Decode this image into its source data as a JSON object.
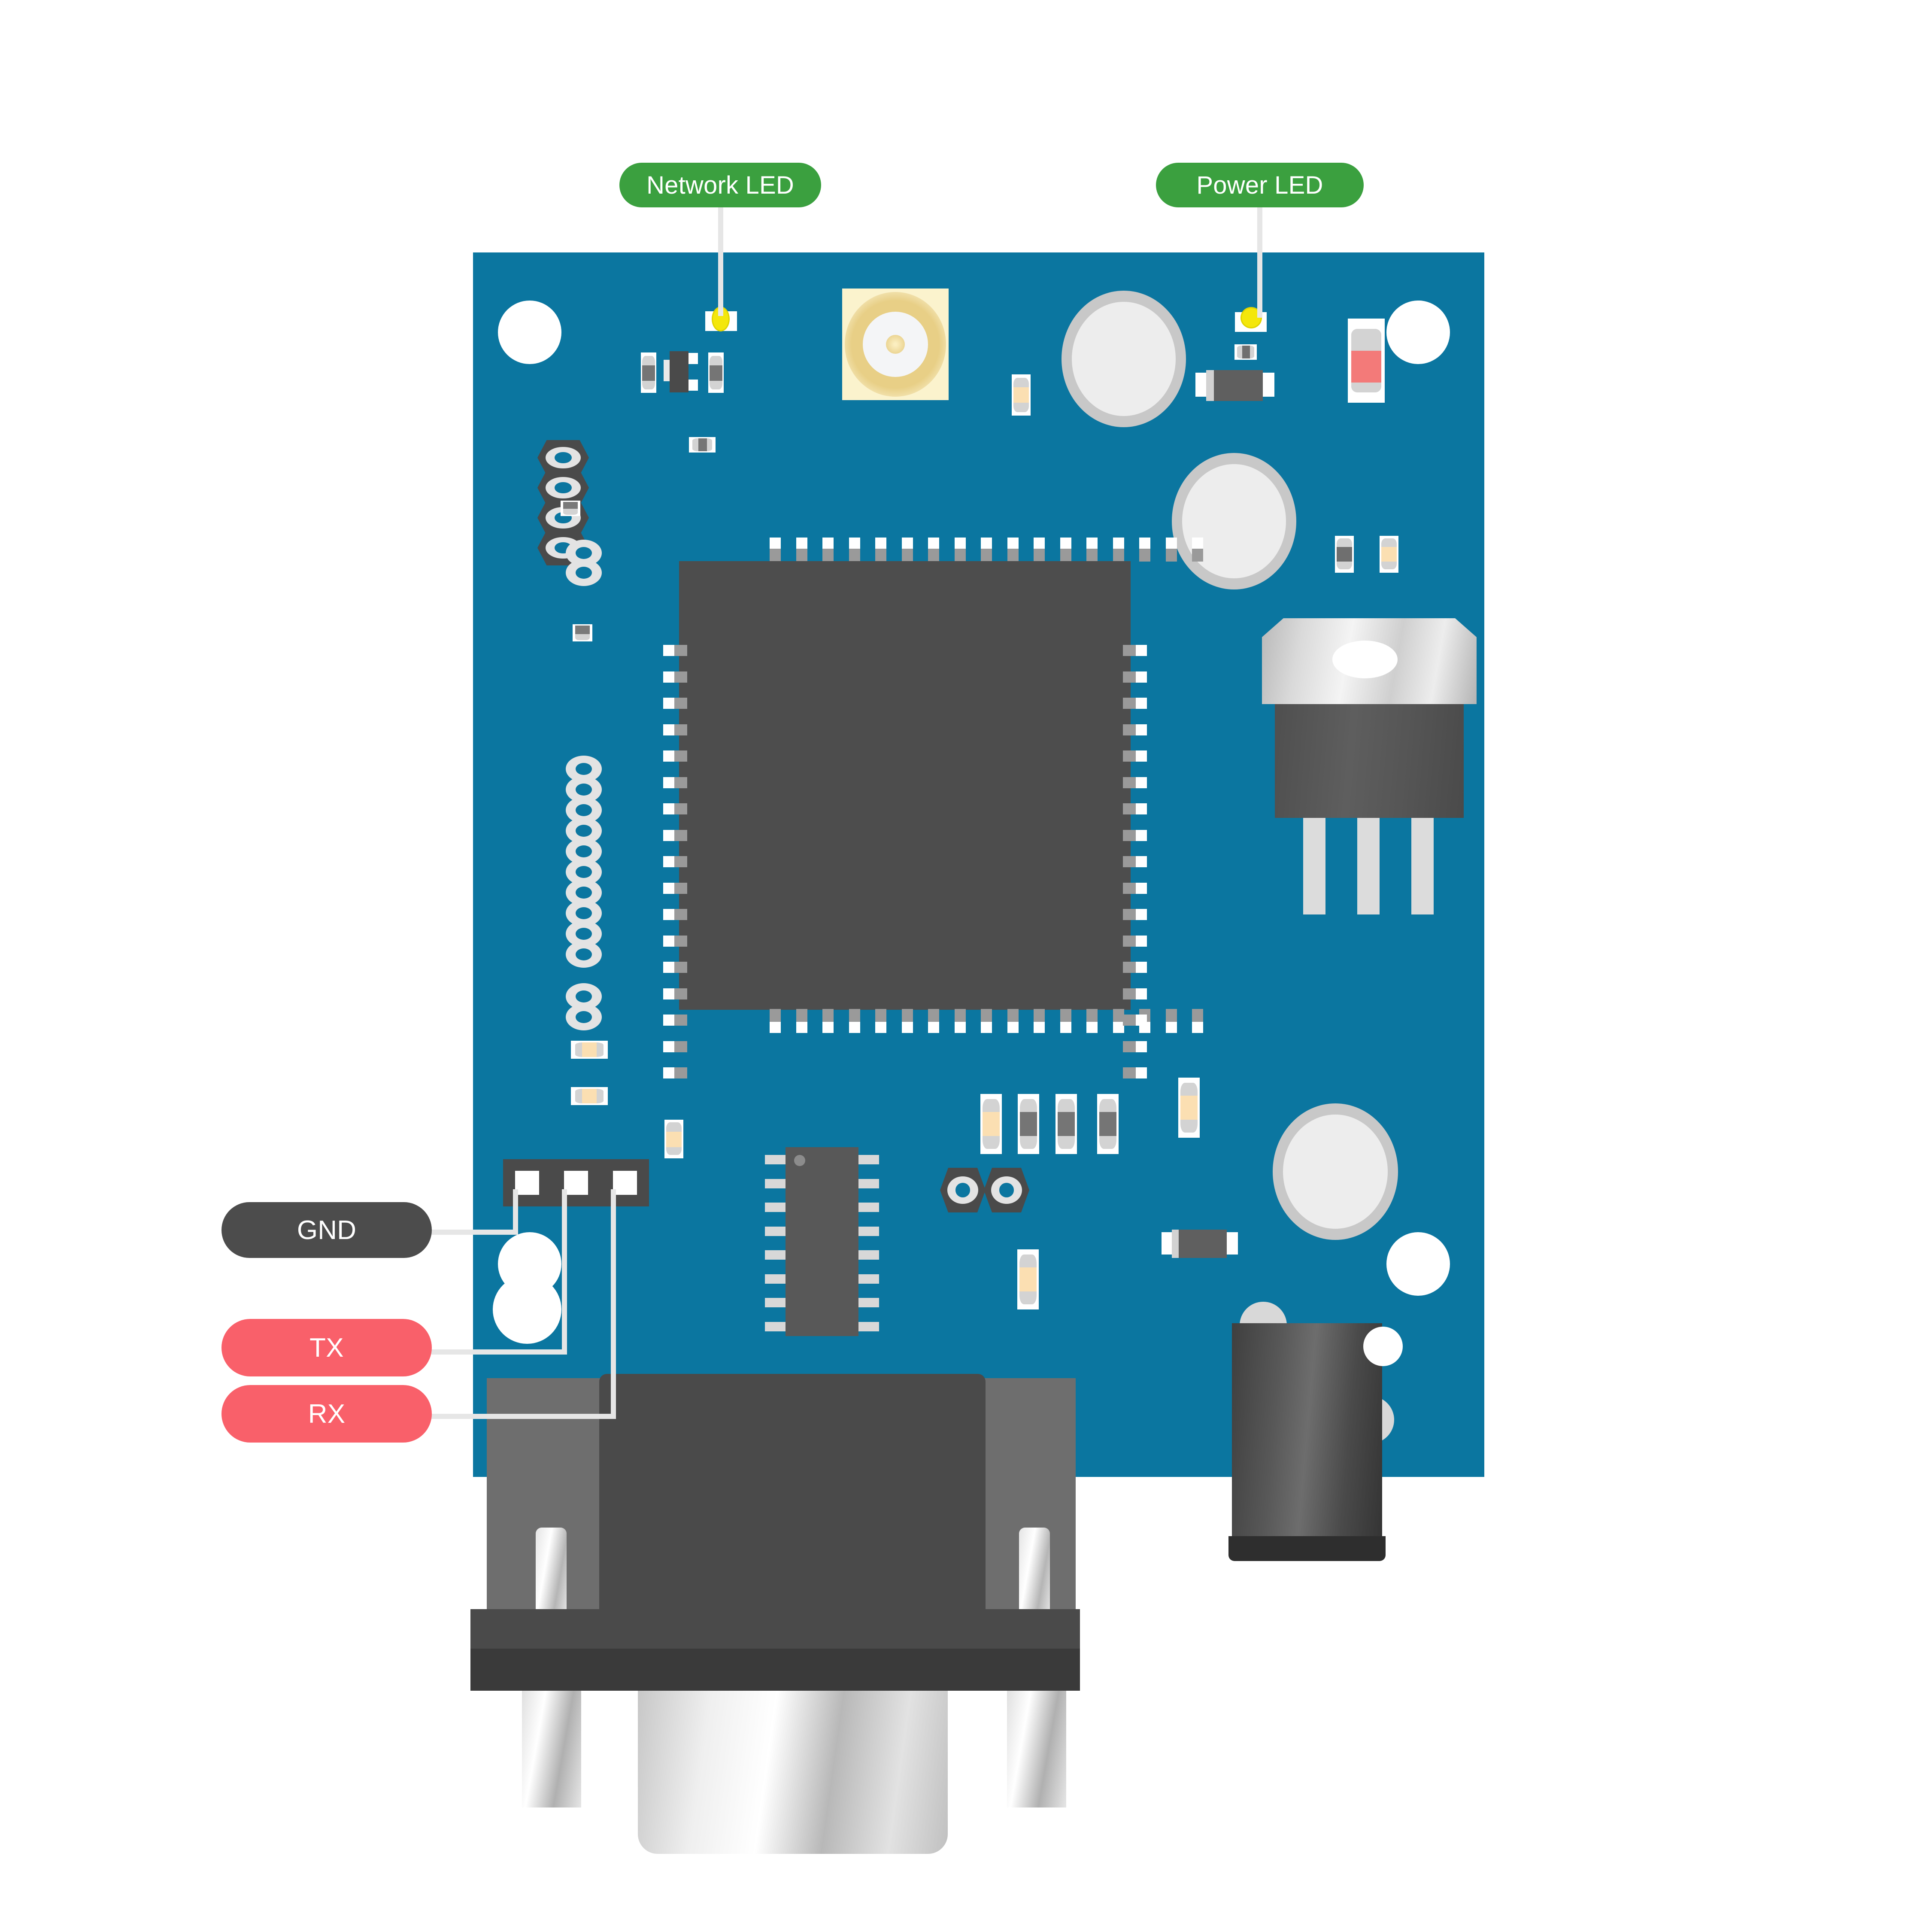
{
  "board": {
    "type": "pcb-annotated-diagram",
    "board_color": "#0b76a0",
    "background": "#ffffff"
  },
  "annotations": [
    {
      "id": "network-led",
      "label": "Network LED",
      "style": "green",
      "color": "#3ba03f",
      "target": "yellow-smd-led-left"
    },
    {
      "id": "power-led",
      "label": "Power LED",
      "style": "green",
      "color": "#3ba03f",
      "target": "yellow-smd-led-right"
    },
    {
      "id": "gnd",
      "label": "GND",
      "style": "dark",
      "color": "#4c4c4c",
      "target": "header-pin-1"
    },
    {
      "id": "tx",
      "label": "TX",
      "style": "red",
      "color": "#f9606a",
      "target": "header-pin-2"
    },
    {
      "id": "rx",
      "label": "RX",
      "style": "red",
      "color": "#f9606a",
      "target": "header-pin-3"
    }
  ],
  "components": {
    "microcontroller": "QFP main processor",
    "dip_ic": "DIP-16 line driver",
    "regulator": "TO-220 voltage regulator",
    "serial_connector": "DB9 serial port",
    "power_jack": "DC barrel jack",
    "antenna": "U.FL antenna connector",
    "pin_header": "3-pin serial header",
    "leds": [
      "Network LED",
      "Power LED",
      "red indicator"
    ],
    "capacitors": 4,
    "mounting_holes": 6
  },
  "leader_line_color": "#e6e6e6"
}
